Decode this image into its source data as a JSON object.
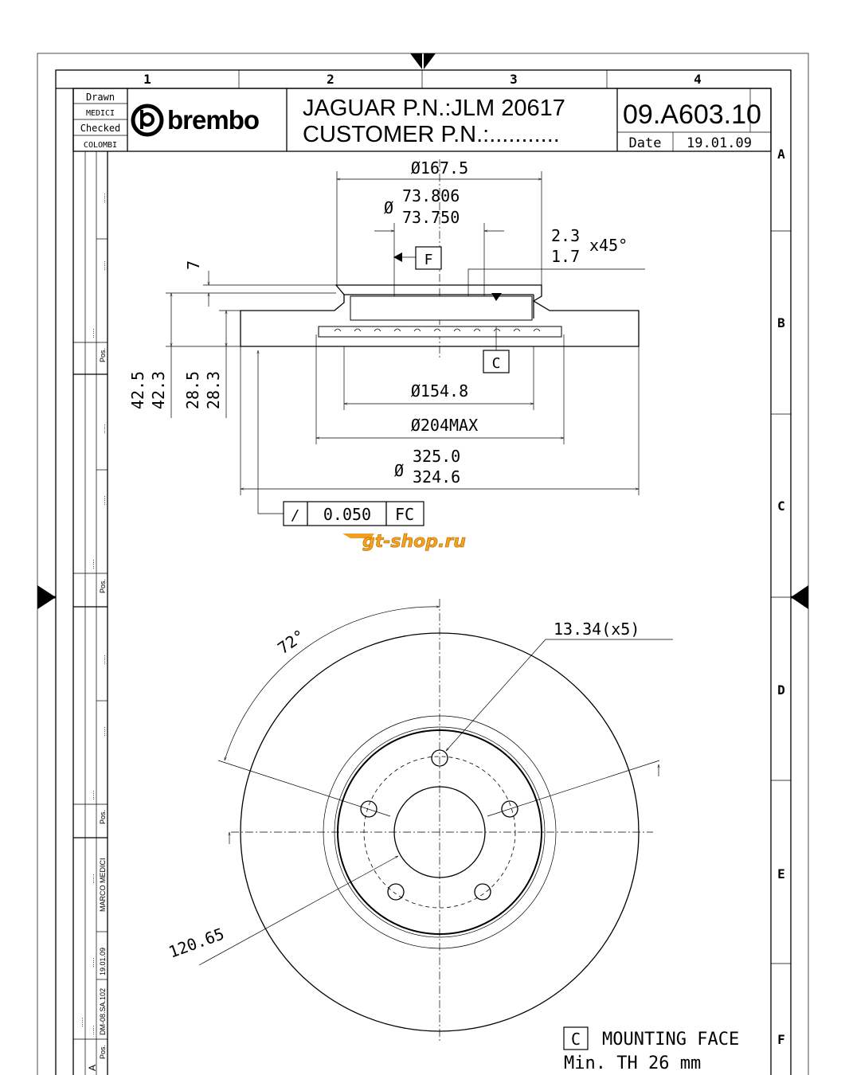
{
  "frame": {
    "columns": [
      "1",
      "2",
      "3",
      "4"
    ],
    "rows": [
      "A",
      "B",
      "C",
      "D",
      "E",
      "F"
    ]
  },
  "title_block": {
    "drawn_label": "Drawn",
    "drawn_by": "MEDICI",
    "checked_label": "Checked",
    "checked_by": "COLOMBI",
    "logo_text": "brembo",
    "oem_pn": "JAGUAR P.N.:JLM 20617",
    "customer_pn": "CUSTOMER P.N.:...........",
    "part_number": "09.A603.10",
    "date_label": "Date",
    "date": "19.01.09"
  },
  "revision": {
    "pos_label": "Pos.",
    "rev_letter": "A",
    "doc": "DM-08.SA.102",
    "date": "19.01.09",
    "author": "MARCO MEDICI",
    "dots": ".....",
    "dash": "-"
  },
  "section_view": {
    "d_hat": "Ø167.5",
    "d_bore_max": "73.806",
    "d_bore_min": "73.750",
    "d_sym": "Ø",
    "chamfer_a": "2.3",
    "chamfer_b": "1.7",
    "chamfer_angle": "x45°",
    "offset_7": "7",
    "datum_f": "F",
    "datum_c": "C",
    "h1": "42.5",
    "h2": "42.3",
    "t1": "28.5",
    "t2": "28.3",
    "d_inner": "Ø154.8",
    "d_204": "Ø204MAX",
    "d_outer_max": "325.0",
    "d_outer_min": "324.6",
    "runout_symbol": "/",
    "runout_value": "0.050",
    "runout_ref": "FC"
  },
  "watermark": "gt-shop.ru",
  "front_view": {
    "angle": "72°",
    "holes": "13.34(x5)",
    "pcd": "120.65"
  },
  "notes": {
    "datum": "C",
    "mounting_face": "MOUNTING FACE",
    "min_th": "Min. TH 26 mm"
  }
}
